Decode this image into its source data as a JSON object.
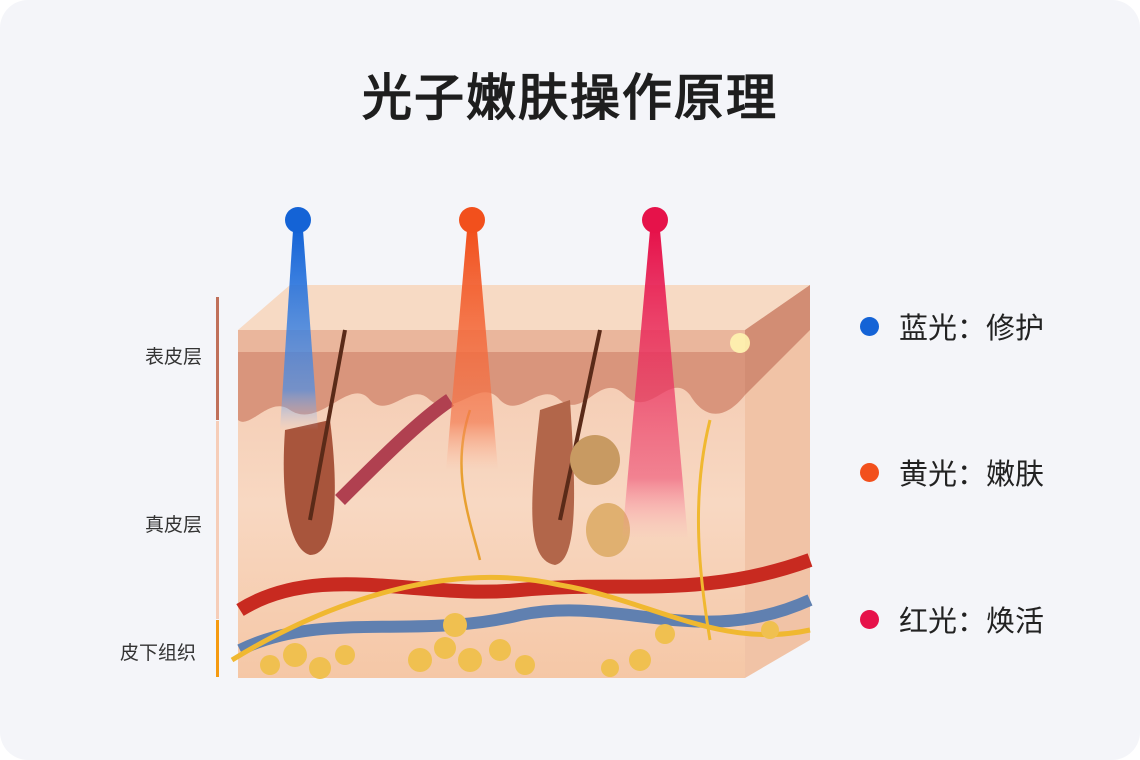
{
  "title": "光子嫩肤操作原理",
  "layers": [
    {
      "label": "表皮层",
      "color": "#c0705a"
    },
    {
      "label": "真皮层",
      "color": "#f6cdb8"
    },
    {
      "label": "皮下组织",
      "color": "#f59a10"
    }
  ],
  "legend": [
    {
      "label": "蓝光：修护",
      "color": "#1463d6"
    },
    {
      "label": "黄光：嫩肤",
      "color": "#f2501c"
    },
    {
      "label": "红光：焕活",
      "color": "#e6124a"
    }
  ]
}
